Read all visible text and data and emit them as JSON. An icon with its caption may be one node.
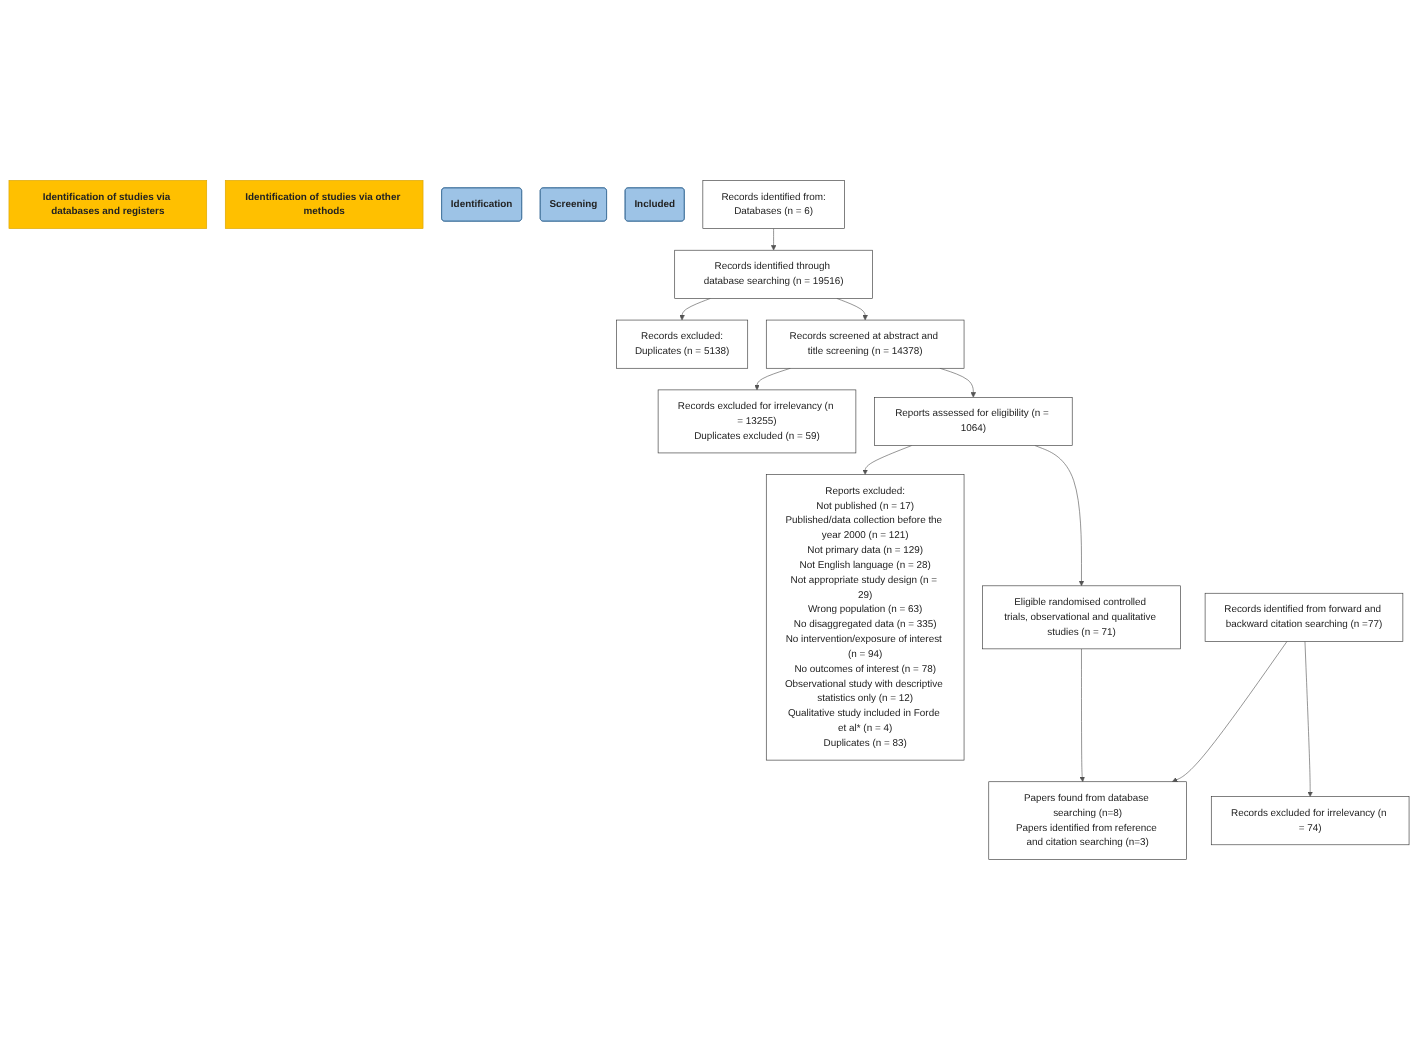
{
  "diagram": {
    "nodes": [
      {
        "text": [
          "Identification of studies via databases and registers"
        ]
      },
      {
        "text": [
          "Identification of studies via other methods"
        ]
      },
      {
        "text": [
          "Identification"
        ]
      },
      {
        "text": [
          "Screening"
        ]
      },
      {
        "text": [
          "Included"
        ]
      },
      {
        "text": [
          "Records identified from:",
          "Databases (n = 6)"
        ]
      },
      {
        "text": [
          "Records identified through database searching (n = 19516)"
        ]
      },
      {
        "text": [
          "Records excluded:",
          "Duplicates (n = 5138)"
        ]
      },
      {
        "text": [
          "Records screened at abstract and title screening (n = 14378)"
        ]
      },
      {
        "text": [
          "Records excluded for irrelevancy (n = 13255)",
          "Duplicates excluded (n = 59)"
        ]
      },
      {
        "text": [
          "Reports assessed for eligibility (n = 1064)"
        ]
      },
      {
        "text": [
          "Reports excluded:",
          "Not published (n = 17)",
          "Published/data collection before the year 2000 (n = 121)",
          "Not primary data (n = 129)",
          "Not English language (n = 28)",
          "Not appropriate study design (n = 29)",
          "Wrong population (n = 63)",
          "No disaggregated data (n = 335)",
          "No intervention/exposure of interest (n = 94)",
          "No outcomes of interest (n = 78)",
          "Observational study with descriptive statistics only (n = 12)",
          "Qualitative study included in Forde et al* (n = 4)",
          "Duplicates (n = 83)"
        ]
      },
      {
        "text": [
          "Eligible randomised controlled trials, observational and qualitative studies (n = 71)"
        ]
      },
      {
        "text": [
          "Papers found from database searching (n=8)",
          "Papers identified from reference and citation searching (n=3)"
        ]
      },
      {
        "text": [
          "Records identified from forward and backward citation searching (n =77)"
        ]
      },
      {
        "text": [
          "Records excluded for irrelevancy (n = 74)"
        ]
      }
    ],
    "edges": [
      {
        "from": 5,
        "to": 6,
        "arrow": "to"
      },
      {
        "from": 6,
        "to": 7,
        "arrow": "to"
      },
      {
        "from": 6,
        "to": 8,
        "arrow": "to"
      },
      {
        "from": 8,
        "to": 9,
        "arrow": "to"
      },
      {
        "from": 8,
        "to": 10,
        "arrow": "to"
      },
      {
        "from": 10,
        "to": 11,
        "arrow": "to"
      },
      {
        "from": 10,
        "to": 12,
        "arrow": "to"
      },
      {
        "from": 12,
        "to": 13,
        "arrow": "to"
      },
      {
        "from": 14,
        "to": 15,
        "arrow": "to"
      },
      {
        "from": 14,
        "to": 13,
        "arrow": "to"
      }
    ]
  }
}
